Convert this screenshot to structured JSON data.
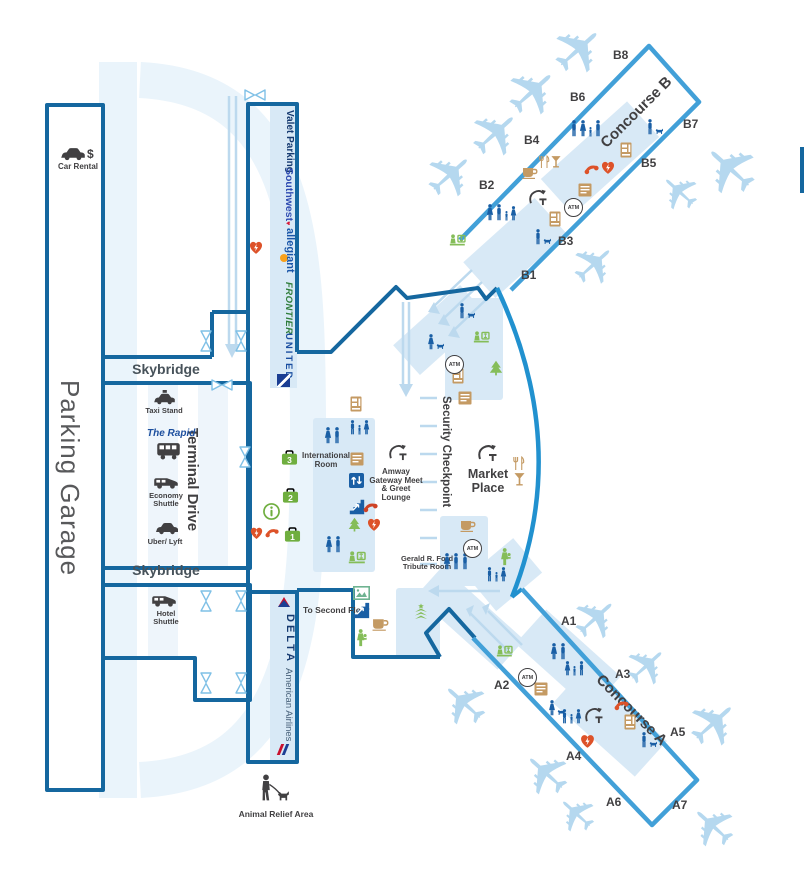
{
  "colors": {
    "wall": "#15679f",
    "concourse": "#42a0d8",
    "arc": "#2191cf",
    "fill": "#d8e9f6",
    "watermark": "#eaf4fb",
    "plane": "#b5d8ef",
    "icon_blue": "#1a5fa5",
    "icon_tan": "#c49a63",
    "icon_green": "#6fae3f",
    "icon_orange": "#dd5229",
    "label": "#414042"
  },
  "parking": {
    "garage": "Parking Garage",
    "car_rental": "Car Rental"
  },
  "skybridges": [
    "Skybridge",
    "Skybridge"
  ],
  "terminal_drive": {
    "label": "Terminal Drive",
    "stops": {
      "taxi": "Taxi Stand",
      "rapid": "The Rapid",
      "economy": "Economy Shuttle",
      "uber": "Uber/ Lyft",
      "hotel": "Hotel Shuttle"
    }
  },
  "ticketing": {
    "valet": "Valet Parking",
    "southwest": "Southwest",
    "southwest_heart": "♥",
    "allegiant": "allegiant",
    "frontier": "FRONTIER",
    "united": "UNITED"
  },
  "airlines_south": {
    "delta": "DELTA",
    "american": "American Airlines"
  },
  "concourses": {
    "b": {
      "name": "Concourse B",
      "gates": [
        "B1",
        "B2",
        "B3",
        "B4",
        "B5",
        "B6",
        "B7",
        "B8"
      ]
    },
    "a": {
      "name": "Concourse A",
      "gates": [
        "A1",
        "A2",
        "A3",
        "A4",
        "A5",
        "A6",
        "A7"
      ]
    }
  },
  "places": {
    "international_room": "International Room",
    "amway_lounge": "Amway Gateway Meet & Greet Lounge",
    "security": "Security Checkpoint",
    "market_place": "Market Place",
    "tribute_room": "Gerald R. Ford Tribute Room",
    "to_second_floor": "To Second Floor",
    "animal_relief": "Animal Relief Area"
  },
  "icons": {
    "atm": "ATM",
    "info": "i",
    "baggage": [
      "1",
      "2",
      "3"
    ],
    "dollar": "$",
    "plane": "✈"
  }
}
